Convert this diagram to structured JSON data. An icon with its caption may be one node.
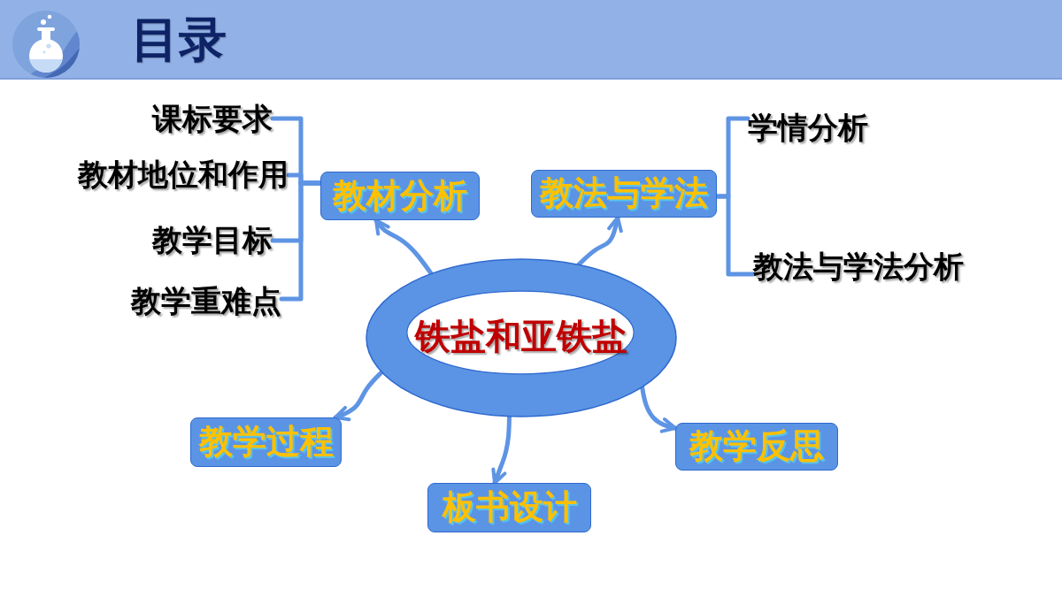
{
  "diagram": {
    "title": "目录",
    "nodes": [
      {
        "text": [
          "铁盐和亚铁盐"
        ]
      },
      {
        "text": [
          "教材分析"
        ]
      },
      {
        "text": [
          "课标要求"
        ]
      },
      {
        "text": [
          "教材地位和作用"
        ]
      },
      {
        "text": [
          "教学目标"
        ]
      },
      {
        "text": [
          "教学重难点"
        ]
      },
      {
        "text": [
          "教法与学法"
        ]
      },
      {
        "text": [
          "学情分析"
        ]
      },
      {
        "text": [
          "教法与学法分析"
        ]
      },
      {
        "text": [
          "教学过程"
        ]
      },
      {
        "text": [
          "板书设计"
        ]
      },
      {
        "text": [
          "教学反思"
        ]
      }
    ],
    "edges": [
      {
        "from": 0,
        "to": 1,
        "arrow": "to"
      },
      {
        "from": 0,
        "to": 6,
        "arrow": "to"
      },
      {
        "from": 0,
        "to": 9,
        "arrow": "to"
      },
      {
        "from": 0,
        "to": 10,
        "arrow": "to"
      },
      {
        "from": 0,
        "to": 11,
        "arrow": "to"
      },
      {
        "from": 1,
        "to": 2,
        "arrow": "none"
      },
      {
        "from": 1,
        "to": 3,
        "arrow": "none"
      },
      {
        "from": 1,
        "to": 4,
        "arrow": "none"
      },
      {
        "from": 1,
        "to": 5,
        "arrow": "none"
      },
      {
        "from": 6,
        "to": 7,
        "arrow": "none"
      },
      {
        "from": 6,
        "to": 8,
        "arrow": "none"
      }
    ]
  }
}
